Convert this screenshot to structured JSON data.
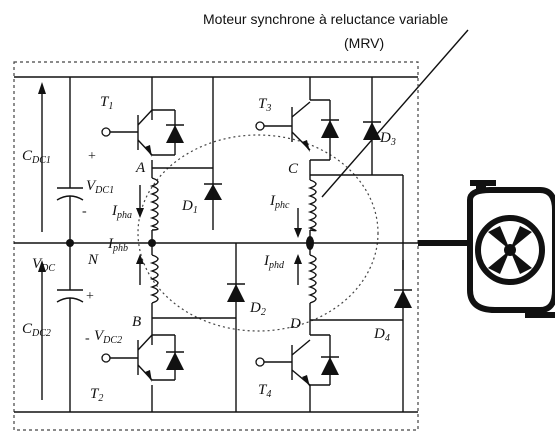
{
  "title_line1": "Moteur synchrone à reluctance variable",
  "title_line2": "(MRV)",
  "labels": {
    "T1": "T",
    "T1_sub": "1",
    "T2": "T",
    "T2_sub": "2",
    "T3": "T",
    "T3_sub": "3",
    "T4": "T",
    "T4_sub": "4",
    "D1": "D",
    "D1_sub": "1",
    "D2": "D",
    "D2_sub": "2",
    "D3": "D",
    "D3_sub": "3",
    "D4": "D",
    "D4_sub": "4",
    "A": "A",
    "B": "B",
    "C": "C",
    "D": "D",
    "N": "N",
    "CDC1": "C",
    "CDC1_sub": "DC1",
    "CDC2": "C",
    "CDC2_sub": "DC2",
    "VDC1": "V",
    "VDC1_sub": "DC1",
    "VDC2": "V",
    "VDC2_sub": "DC2",
    "VDC": "V",
    "VDC_sub": "DC",
    "Ipha": "I",
    "Ipha_sub": "pha",
    "Iphb": "I",
    "Iphb_sub": "phb",
    "Iphc": "I",
    "Iphc_sub": "phc",
    "Iphd": "I",
    "Iphd_sub": "phd",
    "plus1": "+",
    "minus1": "-",
    "plus2": "+",
    "minus2": "-"
  },
  "colors": {
    "wire": "#111111",
    "dashed": "#444444",
    "fill": "#111111",
    "background": "#ffffff"
  }
}
